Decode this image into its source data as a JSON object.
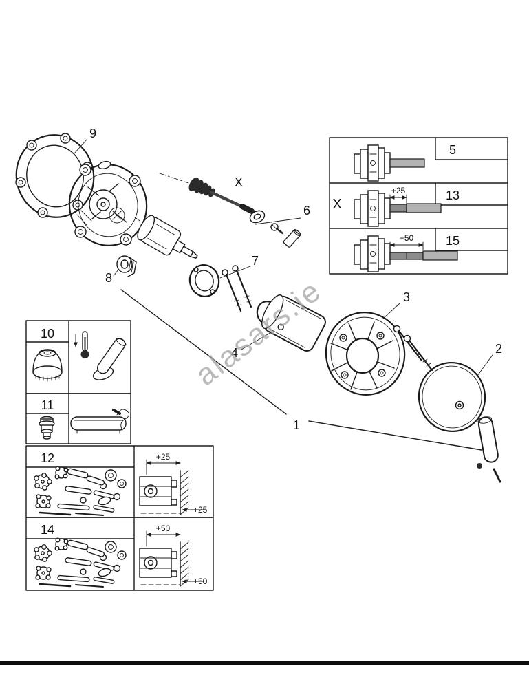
{
  "watermark": "alasars.ie",
  "colors": {
    "line": "#1b1b1b",
    "metal_gray": "#b3b3b3",
    "dark_gray": "#8c8c8c",
    "watermark": "#a3a3a3"
  },
  "diagram": {
    "callouts": {
      "c1": "1",
      "c2": "2",
      "c3": "3",
      "c4": "4",
      "c6": "6",
      "c7": "7",
      "c8": "8",
      "c9": "9",
      "x": "X"
    },
    "variants_panel": {
      "x_label": "X",
      "rows": [
        {
          "label": "5"
        },
        {
          "label": "13",
          "dim": "+25"
        },
        {
          "label": "15",
          "dim": "+50"
        }
      ]
    },
    "inset_boxes": [
      {
        "label": "10"
      },
      {
        "label": "11"
      },
      {
        "label": "12",
        "dim_top": "+25",
        "dim_bottom": "+25"
      },
      {
        "label": "14",
        "dim_top": "+50",
        "dim_bottom": "+50"
      }
    ]
  }
}
